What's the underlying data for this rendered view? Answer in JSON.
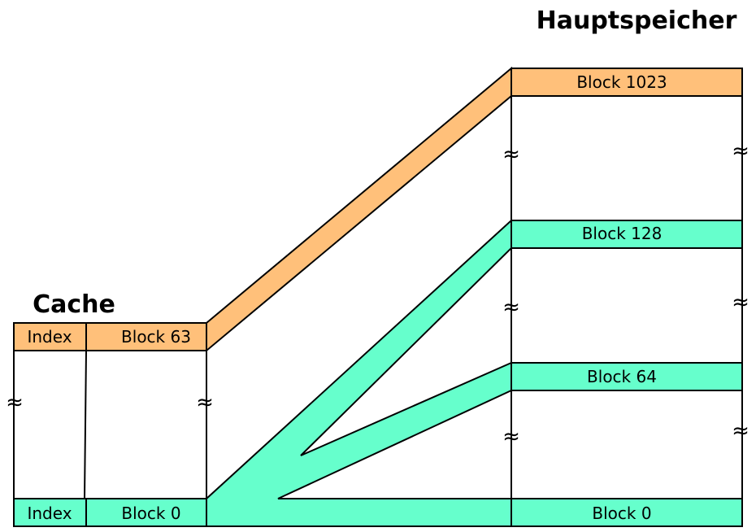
{
  "titles": {
    "main_memory": "Hauptspeicher",
    "cache": "Cache"
  },
  "cache": {
    "top_row": {
      "index": "Index",
      "block": "Block 63"
    },
    "bottom_row": {
      "index": "Index",
      "block": "Block 0"
    }
  },
  "main_memory": {
    "blocks": [
      {
        "label": "Block 1023"
      },
      {
        "label": "Block 128"
      },
      {
        "label": "Block 64"
      },
      {
        "label": "Block 0"
      }
    ]
  },
  "gap_symbol": "≈",
  "colors": {
    "orange": "#ffc07a",
    "teal": "#66ffcc",
    "white": "#ffffff",
    "black": "#000000"
  }
}
